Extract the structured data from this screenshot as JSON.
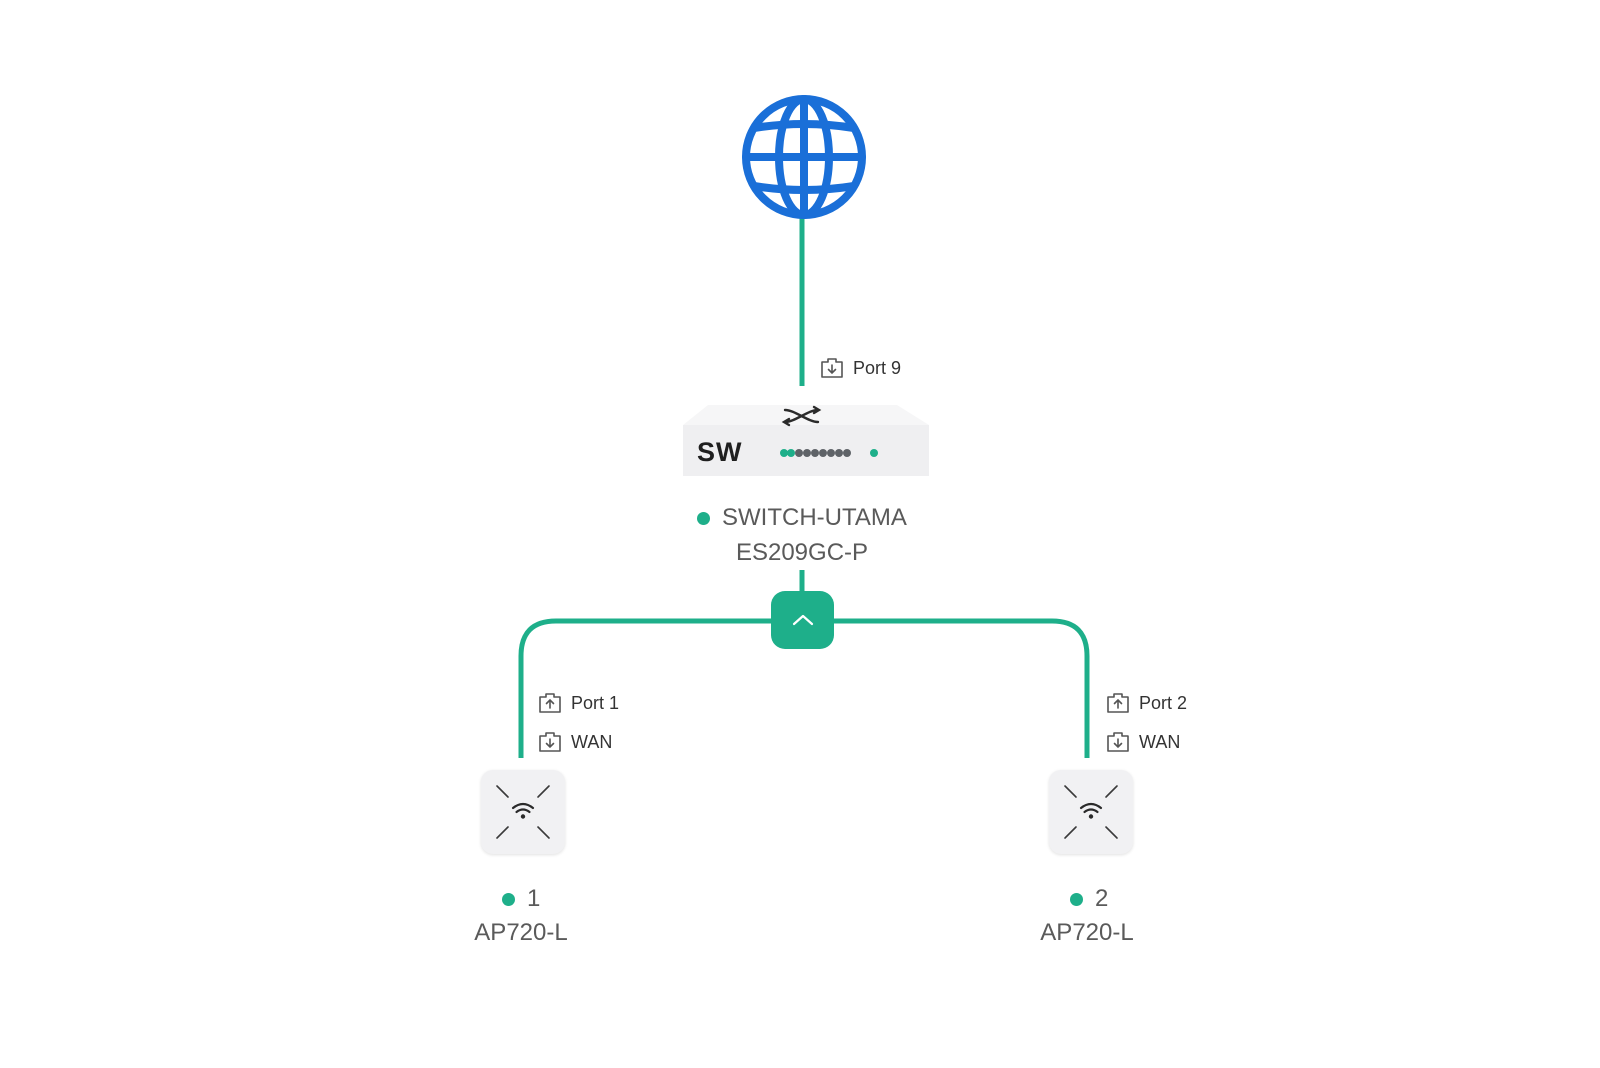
{
  "colors": {
    "link": "#1eaf8a",
    "online": "#1eaf8a",
    "globe": "#1a6fd8",
    "collapse_button": "#1eaf8a",
    "switch_port_active": "#1eaf8a",
    "switch_port_idle": "#5f6368"
  },
  "internet": {
    "icon": "globe-icon"
  },
  "switch": {
    "uplink_port": "Port 9",
    "badge": "SW",
    "name": "SWITCH-UTAMA",
    "model": "ES209GC-P",
    "status": "online",
    "icon": "switch-icon"
  },
  "collapse_button": {
    "icon": "chevron-up-icon"
  },
  "access_points": [
    {
      "uplink_port": "Port 1",
      "local_port": "WAN",
      "name": "1",
      "model": "AP720-L",
      "status": "online",
      "icon": "wifi-icon"
    },
    {
      "uplink_port": "Port 2",
      "local_port": "WAN",
      "name": "2",
      "model": "AP720-L",
      "status": "online",
      "icon": "wifi-icon"
    }
  ]
}
